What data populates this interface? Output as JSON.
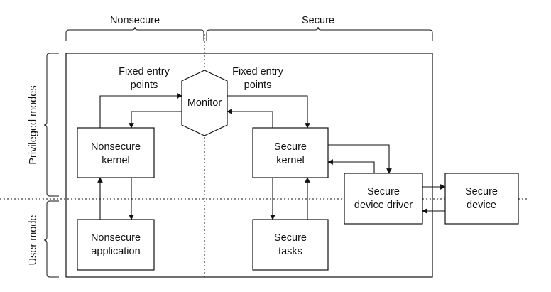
{
  "regions": {
    "nonsecure": "Nonsecure",
    "secure": "Secure",
    "privileged_modes": "Privileged modes",
    "user_mode": "User mode"
  },
  "labels": {
    "fixed_entry_left_1": "Fixed entry",
    "fixed_entry_left_2": "points",
    "fixed_entry_right_1": "Fixed entry",
    "fixed_entry_right_2": "points"
  },
  "nodes": {
    "monitor": "Monitor",
    "nonsecure_kernel_1": "Nonsecure",
    "nonsecure_kernel_2": "kernel",
    "nonsecure_app_1": "Nonsecure",
    "nonsecure_app_2": "application",
    "secure_kernel_1": "Secure",
    "secure_kernel_2": "kernel",
    "secure_tasks_1": "Secure",
    "secure_tasks_2": "tasks",
    "secure_driver_1": "Secure",
    "secure_driver_2": "device driver",
    "secure_device_1": "Secure",
    "secure_device_2": "device"
  }
}
